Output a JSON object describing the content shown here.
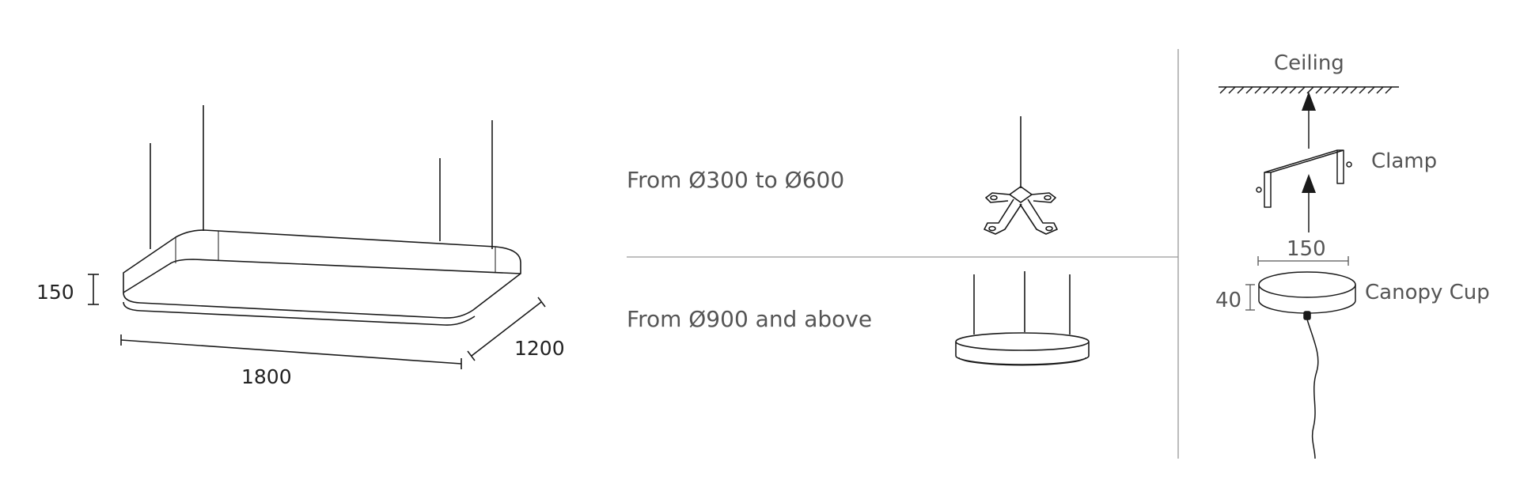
{
  "left_fixture": {
    "height_dim": "150",
    "length_dim": "1800",
    "width_dim": "1200"
  },
  "mounting_options": {
    "small_range_label": "From Ø300 to Ø600",
    "large_range_label": "From Ø900 and above"
  },
  "ceiling_detail": {
    "ceiling_label": "Ceiling",
    "clamp_label": "Clamp",
    "canopy_label": "Canopy Cup",
    "canopy_width_dim": "150",
    "canopy_height_dim": "40"
  },
  "colors": {
    "line": "#1a1a1a",
    "label_text": "#555555",
    "divider": "#999999"
  }
}
